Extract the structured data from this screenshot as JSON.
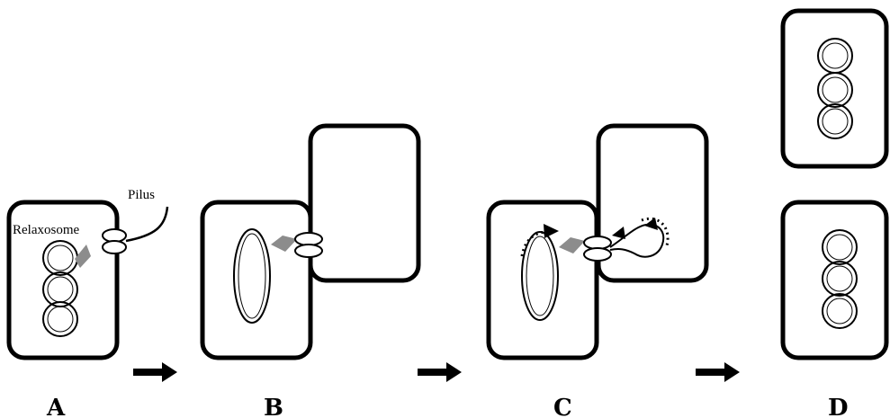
{
  "panels": {
    "a": "A",
    "b": "B",
    "c": "C",
    "d": "D"
  },
  "labels": {
    "pilus": "Pilus",
    "relaxosome": "Relaxosome"
  },
  "colors": {
    "relaxosome_marker": "#8c8c8c"
  }
}
